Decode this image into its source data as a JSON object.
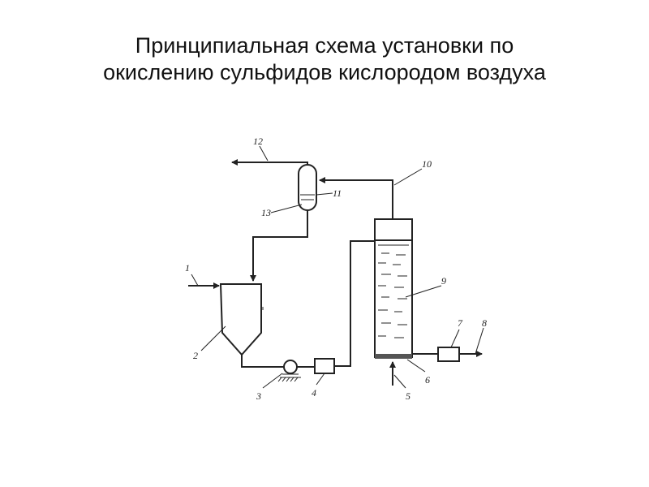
{
  "title": {
    "line1": "Принципиальная схема установки по",
    "line2": "окислению сульфидов кислородом воздуха"
  },
  "diagram": {
    "labels": {
      "l1": "1",
      "l2": "2",
      "l3": "3",
      "l4": "4",
      "l5": "5",
      "l6": "6",
      "l7": "7",
      "l8": "8",
      "l9": "9",
      "l10": "10",
      "l11": "11",
      "l12": "12",
      "l13": "13"
    },
    "colors": {
      "ink": "#222222",
      "background": "#ffffff"
    }
  }
}
